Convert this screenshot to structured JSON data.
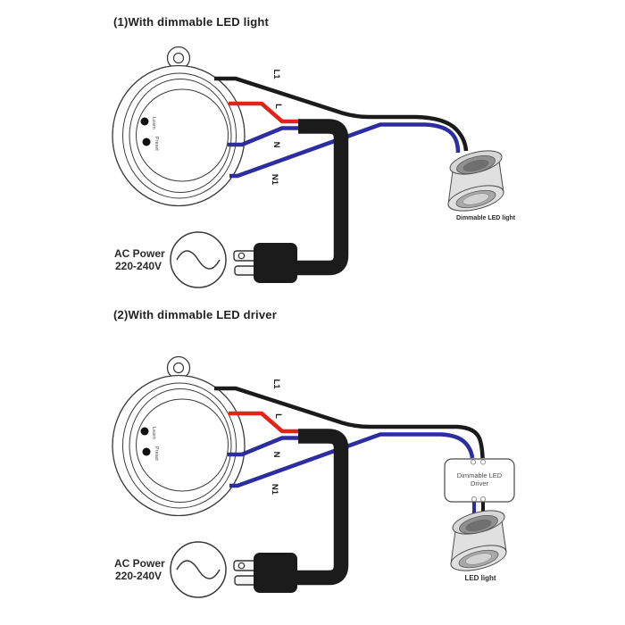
{
  "colors": {
    "wire_black": "#1b1b1b",
    "wire_red": "#e32219",
    "wire_blue": "#2b2da0",
    "device_outline": "#3a3a3a",
    "fixture_gray": "#e0e0e0",
    "driver_text_gray": "#4d4d4d"
  },
  "diagram1": {
    "title": "(1)With dimmable LED light",
    "device": {
      "learn": "Learn",
      "preset": "Preset"
    },
    "wires": {
      "l1": "L1",
      "l": "L",
      "n": "N",
      "n1": "N1"
    },
    "power": {
      "line1": "AC Power",
      "line2": "220-240V"
    },
    "light_label": "Dimmable LED light"
  },
  "diagram2": {
    "title": "(2)With dimmable LED driver",
    "device": {
      "learn": "Learn",
      "preset": "Preset"
    },
    "wires": {
      "l1": "L1",
      "l": "L",
      "n": "N",
      "n1": "N1"
    },
    "power": {
      "line1": "AC Power",
      "line2": "220-240V"
    },
    "driver": {
      "line1": "Dimmable LED",
      "line2": "Driver"
    },
    "light_label": "LED light"
  }
}
